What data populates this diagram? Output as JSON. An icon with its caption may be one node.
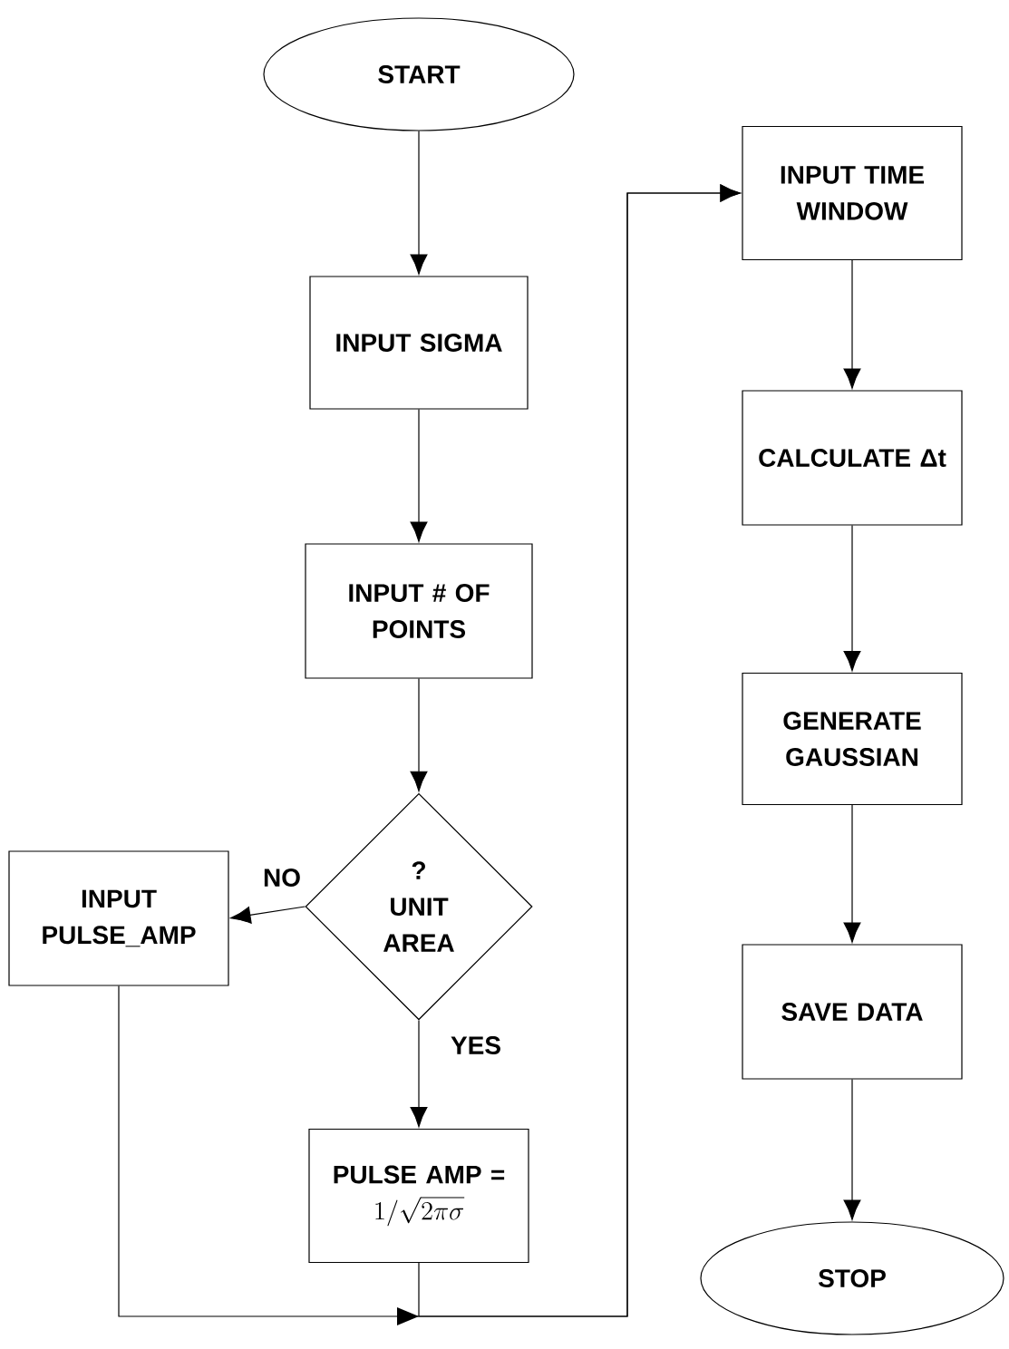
{
  "diagram": {
    "nodes": [
      {
        "text": [
          "START"
        ]
      },
      {
        "text": [
          "INPUT SIGMA"
        ]
      },
      {
        "text": [
          "INPUT # OF POINTS"
        ]
      },
      {
        "text": [
          "?",
          "UNIT AREA"
        ]
      },
      {
        "text": [
          "INPUT PULSE_AMP"
        ]
      },
      {
        "text": [
          "PULSE AMP =",
          "1/\\sqrt{2\\pi\\sigma}"
        ]
      },
      {
        "text": [
          "INPUT TIME WINDOW"
        ]
      },
      {
        "text": [
          "CALCULATE Δt"
        ]
      },
      {
        "text": [
          "GENERATE GAUSSIAN"
        ]
      },
      {
        "text": [
          "SAVE DATA"
        ]
      },
      {
        "text": [
          "STOP"
        ]
      }
    ],
    "edges": [
      {
        "from": 0,
        "to": 1,
        "arrow": "to"
      },
      {
        "from": 1,
        "to": 2,
        "arrow": "to"
      },
      {
        "from": 2,
        "to": 3,
        "arrow": "to"
      },
      {
        "from": 3,
        "to": 4,
        "arrow": "to",
        "label": "NO"
      },
      {
        "from": 3,
        "to": 5,
        "arrow": "to",
        "label": "YES"
      },
      {
        "from": 4,
        "to": 6,
        "arrow": "to"
      },
      {
        "from": 5,
        "to": 6,
        "arrow": "to"
      },
      {
        "from": 6,
        "to": 7,
        "arrow": "to"
      },
      {
        "from": 7,
        "to": 8,
        "arrow": "to"
      },
      {
        "from": 8,
        "to": 9,
        "arrow": "to"
      },
      {
        "from": 9,
        "to": 10,
        "arrow": "to"
      }
    ]
  }
}
